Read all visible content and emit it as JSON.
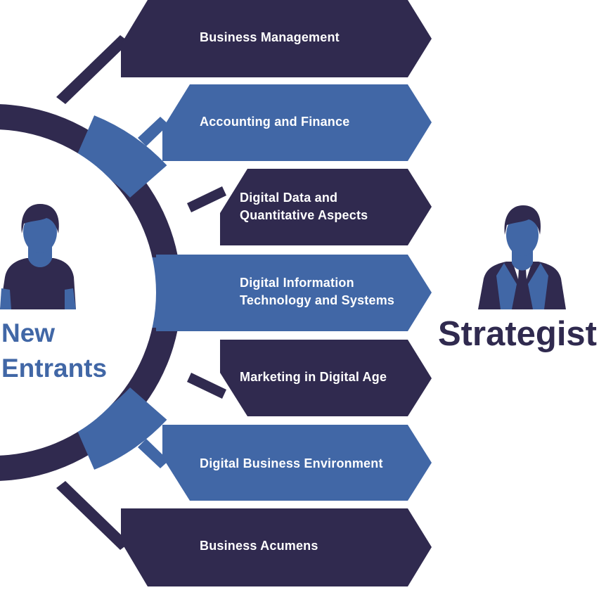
{
  "colors": {
    "dark": "#302a4f",
    "blue": "#4167a6",
    "white": "#ffffff"
  },
  "left_person": {
    "icon": "person-icon",
    "label": "New\nEntrants"
  },
  "right_person": {
    "icon": "businessman-icon",
    "label": "Strategist"
  },
  "items": [
    {
      "label": "Business Management",
      "color": "dark"
    },
    {
      "label": "Accounting and Finance",
      "color": "blue"
    },
    {
      "label": "Digital Data and\nQuantitative Aspects",
      "color": "dark"
    },
    {
      "label": "Digital Information\nTechnology and Systems",
      "color": "blue"
    },
    {
      "label": "Marketing in Digital Age",
      "color": "dark"
    },
    {
      "label": "Digital Business Environment",
      "color": "blue"
    },
    {
      "label": "Business Acumens",
      "color": "dark"
    }
  ]
}
